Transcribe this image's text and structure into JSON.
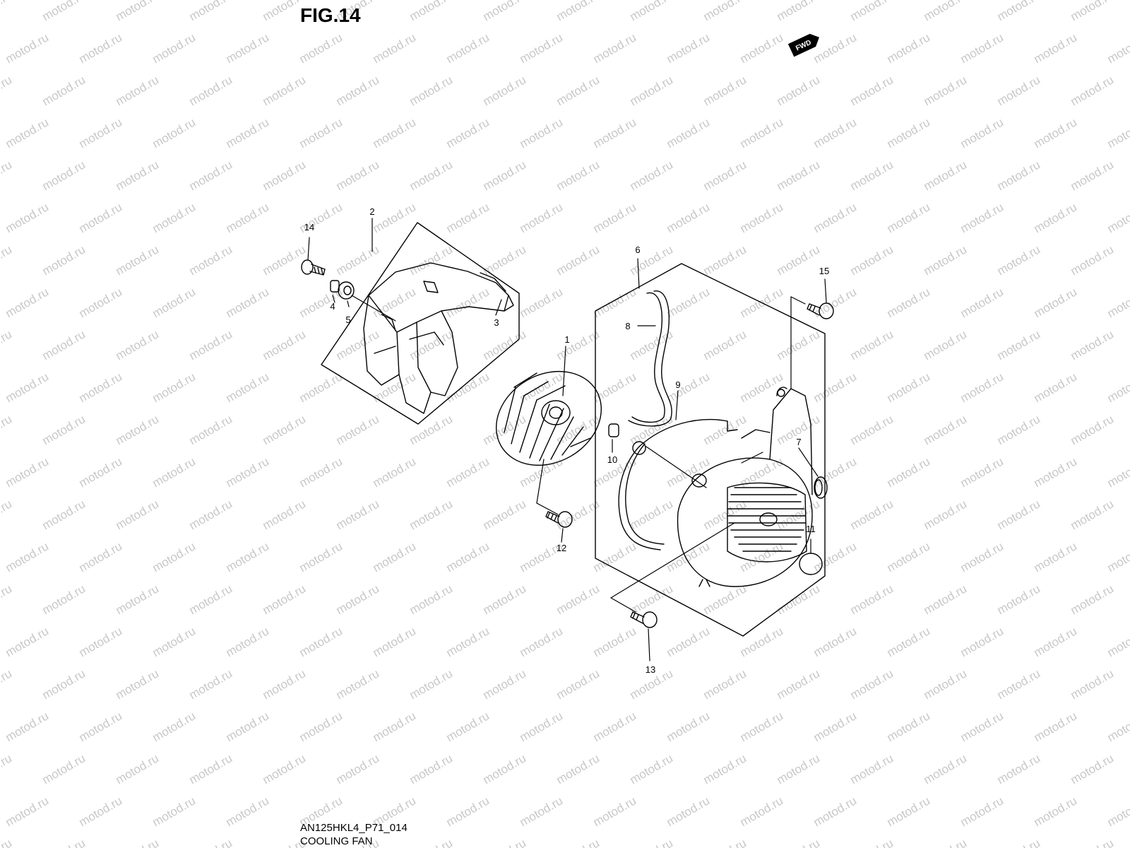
{
  "figure": {
    "title": "FIG.14",
    "code": "AN125HKL4_P71_014",
    "name": "COOLING FAN"
  },
  "watermark": {
    "text": "motod.ru",
    "color": "#c8c8c8"
  },
  "fwd_badge": {
    "text": "FWD"
  },
  "callouts": [
    {
      "id": "1",
      "label": "1"
    },
    {
      "id": "2",
      "label": "2"
    },
    {
      "id": "3",
      "label": "3"
    },
    {
      "id": "4",
      "label": "4"
    },
    {
      "id": "5",
      "label": "5"
    },
    {
      "id": "6",
      "label": "6"
    },
    {
      "id": "7",
      "label": "7"
    },
    {
      "id": "8",
      "label": "8"
    },
    {
      "id": "9",
      "label": "9"
    },
    {
      "id": "10",
      "label": "10"
    },
    {
      "id": "11",
      "label": "11"
    },
    {
      "id": "12",
      "label": "12"
    },
    {
      "id": "13",
      "label": "13"
    },
    {
      "id": "14",
      "label": "14"
    },
    {
      "id": "15",
      "label": "15"
    }
  ]
}
